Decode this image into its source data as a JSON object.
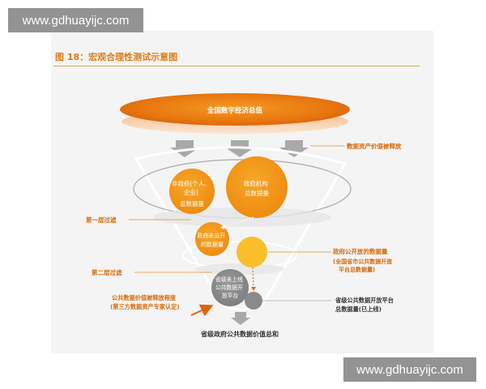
{
  "watermark_top": "www.gdhuayijc.com",
  "watermark_bottom": "www.gdhuayijc.com",
  "figure": {
    "title": "图 18：宏观合理性测试示意图",
    "top_ellipse": "全国数字经济总值",
    "release_label": "数据资产价值被释放",
    "circle_nongov": [
      "非政府(个人、",
      "企业)",
      "总数据量"
    ],
    "circle_gov": [
      "政府机构",
      "总数据量"
    ],
    "filter1": "第一层过滤",
    "circle_unpublic": [
      "政府未公开",
      "的数据量"
    ],
    "public_label": "政府公开放的数据量",
    "public_sub": [
      "(全国省市公共数据开放",
      "平台总数据量)"
    ],
    "filter2": "第二层过滤",
    "circle_grey": [
      "省级未上线",
      "公共数据开",
      "放平台"
    ],
    "release_degree": [
      "公共数据价值被释放程度",
      "(第三方数据资产专家认定)"
    ],
    "platform_label": [
      "省级公共数据开放平台",
      "总数据量(已上线)"
    ],
    "bottom_label": "省级政府公共数据价值总和"
  },
  "colors": {
    "orange": "#f08c12",
    "orange_dark": "#e06a0a",
    "orange_light": "#f7a31f",
    "yellow": "#f8bf2a",
    "grey": "#8a8a8a",
    "text_orange": "#d9680a",
    "text_dark": "#333333"
  }
}
